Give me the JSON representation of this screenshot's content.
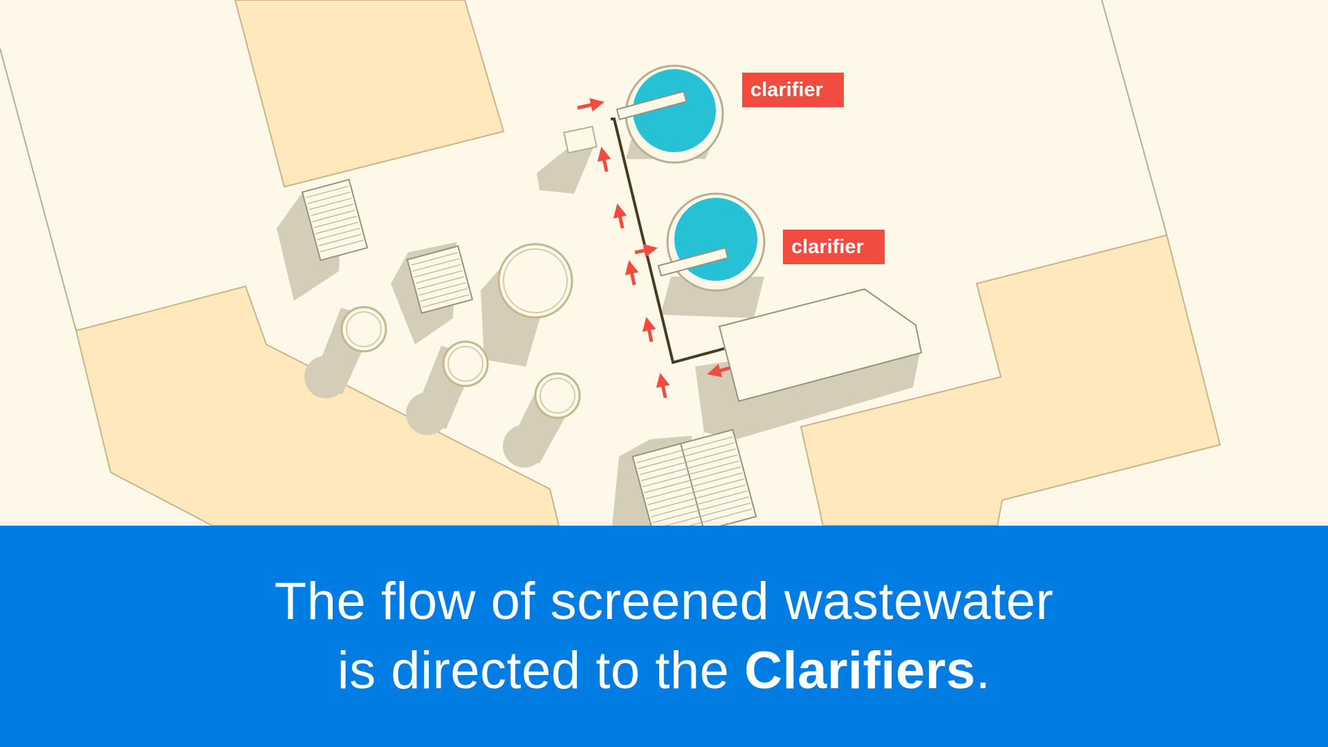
{
  "labels": {
    "clarifier_top": "clarifier",
    "clarifier_bottom": "clarifier"
  },
  "caption": {
    "line1": "The flow of screened wastewater",
    "line2_prefix": "is directed to the ",
    "line2_emphasis": "Clarifiers",
    "line2_suffix": "."
  },
  "colors": {
    "ground": "#fef8e8",
    "zone": "#fee8bc",
    "water": "#27c1d6",
    "flow_arrow": "#f24b3f",
    "pipe": "#4a3a24",
    "shadow": "#d6cdb9",
    "caption_bg": "#007ce2",
    "label_bg": "#f24b3f"
  }
}
